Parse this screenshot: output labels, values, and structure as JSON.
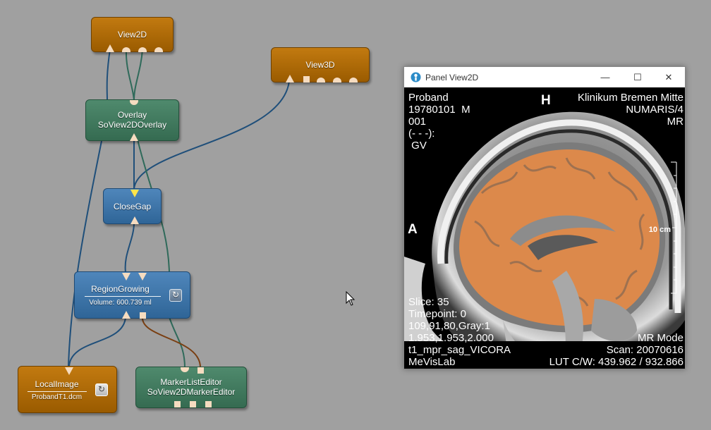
{
  "modules": {
    "view2d": {
      "title": "View2D"
    },
    "view3d": {
      "title": "View3D"
    },
    "overlay": {
      "title": "Overlay",
      "subtitle": "SoView2DOverlay"
    },
    "closegap": {
      "title": "CloseGap"
    },
    "regiongrowing": {
      "title": "RegionGrowing",
      "info": "Volume: 600.739 ml"
    },
    "localimage": {
      "title": "LocalImage",
      "info": "ProbandT1.dcm"
    },
    "markerlist": {
      "title": "MarkerListEditor",
      "subtitle": "SoView2DMarkerEditor"
    }
  },
  "icons": {
    "refresh": "refresh-icon",
    "app": "mevislab-icon",
    "cursor": "mouse-pointer-icon"
  },
  "panel": {
    "title": "Panel View2D",
    "controls": {
      "minimize": "—",
      "maximize": "☐",
      "close": "✕"
    },
    "overlay": {
      "top_left": [
        "Proband",
        "19780101  M",
        "001",
        "(- - -):",
        " GV"
      ],
      "top_center": "H",
      "top_right": [
        "Klinikum Bremen Mitte",
        "NUMARIS/4",
        "MR"
      ],
      "left_center": "A",
      "scale_label": "10 cm",
      "bottom_left": [
        "Slice: 35",
        "Timepoint: 0",
        "109,91,80,Gray:1",
        "1.953,1.953,2.000",
        "t1_mpr_sag_VICORA",
        "MeVisLab"
      ],
      "bottom_right": [
        "MR Mode",
        "Scan: 20070616",
        "LUT C/W: 439.962 / 932.866"
      ]
    }
  },
  "colors": {
    "background": "#a0a0a0",
    "module_orange": "#b06d08",
    "module_green": "#437c60",
    "module_blue": "#3f76aa",
    "connection_blue": "#1f4f7a",
    "connection_green": "#2f6a5a",
    "connection_brown": "#7a3f12",
    "segmentation": "#e48a47"
  }
}
